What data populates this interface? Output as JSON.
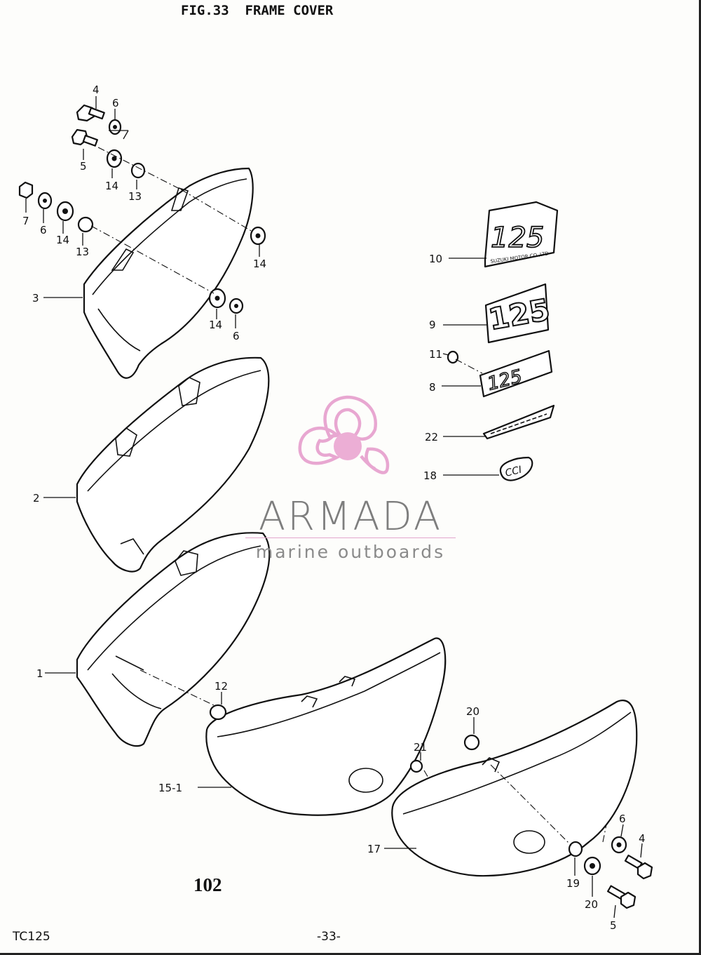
{
  "header": {
    "title": "FIG.33  FRAME COVER"
  },
  "footer": {
    "page_number": "102",
    "model": "TC125",
    "page": "-33-"
  },
  "watermark": {
    "name": "ARMADA",
    "tagline": "marine outboards",
    "colors": {
      "propeller": "#e7a3cf",
      "hub": "#ecaad3",
      "text": "#7e7e7e"
    }
  },
  "callouts": {
    "c4a": "4",
    "c6a": "6",
    "c5a": "5",
    "c14a": "14",
    "c13a": "13",
    "c7": "7",
    "c6b": "6",
    "c14b": "14",
    "c13b": "13",
    "c14c": "14",
    "c3": "3",
    "c14d": "14",
    "c6c": "6",
    "c10": "10",
    "c9": "9",
    "c11": "11",
    "c8": "8",
    "c22": "22",
    "c18": "18",
    "c2": "2",
    "c1": "1",
    "c12": "12",
    "c15": "15-1",
    "c20a": "20",
    "c21": "21",
    "c17": "17",
    "c6d": "6",
    "c4b": "4",
    "c19": "19",
    "c20b": "20",
    "c5b": "5"
  },
  "emblems": {
    "emblem_10": "125",
    "emblem_10_sub": "SUZUKI MOTOR CO.,LTD",
    "emblem_9": "125",
    "emblem_8": "125",
    "emblem_18": "CCI"
  }
}
